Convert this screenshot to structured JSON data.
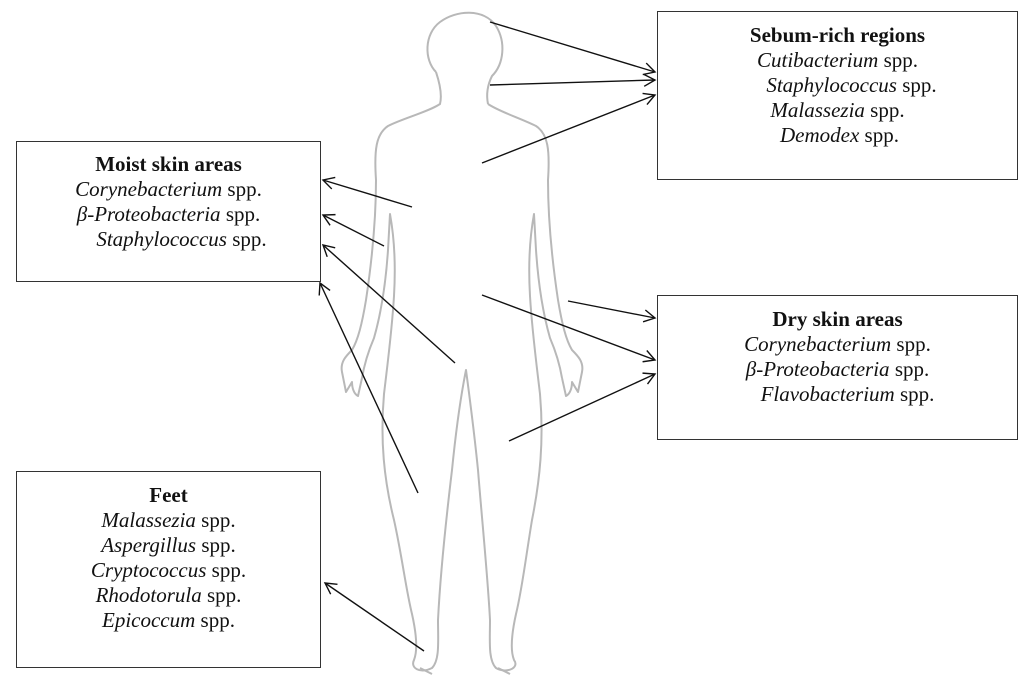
{
  "regions": [
    {
      "id": "sebum",
      "title": "Sebum-rich regions",
      "organisms": [
        {
          "genus": "Cutibacterium",
          "suffix": " spp."
        },
        {
          "genus": "Staphylococcus",
          "suffix": " spp."
        },
        {
          "genus": "Malassezia",
          "suffix": " spp."
        },
        {
          "genus": "Demodex",
          "suffix": " spp."
        }
      ]
    },
    {
      "id": "moist",
      "title": "Moist skin areas",
      "organisms": [
        {
          "genus": "Corynebacterium",
          "suffix": " spp."
        },
        {
          "genus": "β-Proteobacteria",
          "suffix": " spp."
        },
        {
          "genus": "Staphylococcus",
          "suffix": " spp."
        }
      ]
    },
    {
      "id": "dry",
      "title": "Dry skin areas",
      "organisms": [
        {
          "genus": "Corynebacterium",
          "suffix": " spp."
        },
        {
          "genus": "β-Proteobacteria",
          "suffix": " spp."
        },
        {
          "genus": "Flavobacterium",
          "suffix": " spp."
        }
      ]
    },
    {
      "id": "feet",
      "title": "Feet",
      "organisms": [
        {
          "genus": "Malassezia",
          "suffix": " spp."
        },
        {
          "genus": "Aspergillus",
          "suffix": " spp."
        },
        {
          "genus": "Cryptococcus",
          "suffix": " spp."
        },
        {
          "genus": "Rhodotorula",
          "suffix": " spp."
        },
        {
          "genus": "Epicoccum",
          "suffix": " spp."
        }
      ]
    }
  ],
  "colors": {
    "body_outline": "#b8b8b8",
    "arrow": "#111111",
    "box_border": "#333333"
  }
}
